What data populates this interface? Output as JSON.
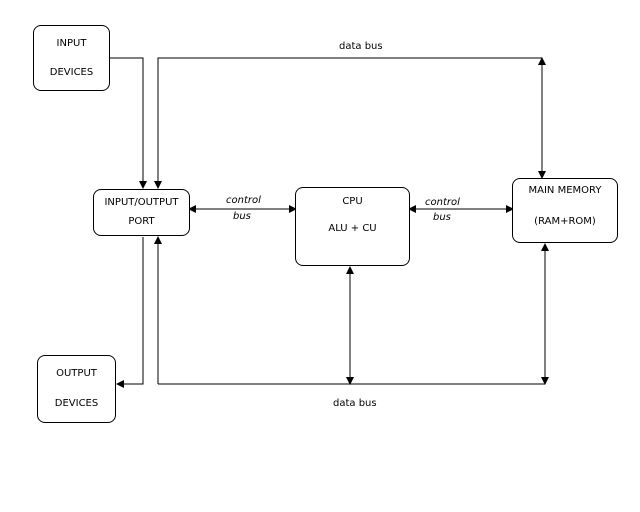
{
  "diagram": {
    "input_devices": {
      "line1": "INPUT",
      "line2": "DEVICES"
    },
    "output_devices": {
      "line1": "OUTPUT",
      "line2": "DEVICES"
    },
    "io_port": {
      "line1": "INPUT/OUTPUT",
      "line2": "PORT"
    },
    "cpu": {
      "line1": "CPU",
      "line2": "ALU + CU"
    },
    "main_memory": {
      "line1": "MAIN MEMORY",
      "line2": "(RAM+ROM)"
    },
    "labels": {
      "data_bus_top": "data bus",
      "data_bus_bottom": "data bus",
      "control_bus_left_1": "control",
      "control_bus_left_2": "bus",
      "control_bus_right_1": "control",
      "control_bus_right_2": "bus"
    }
  }
}
